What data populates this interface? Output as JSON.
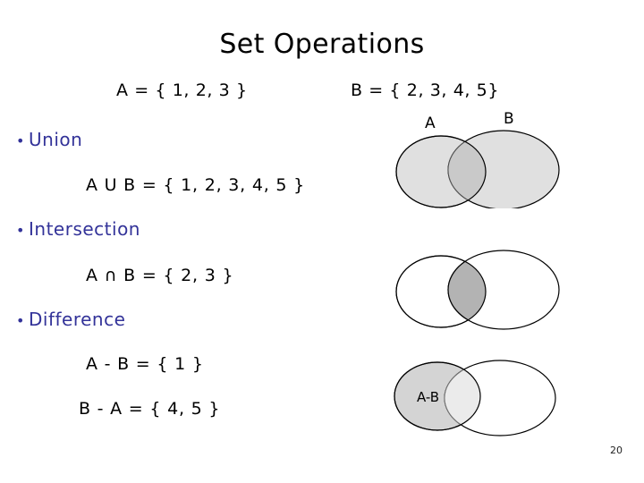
{
  "slide": {
    "title": "Set Operations",
    "page_number": "20",
    "background_color": "#ffffff",
    "bullet_color": "#333399",
    "text_color": "#000000"
  },
  "set_definitions": {
    "set_a": "A = { 1, 2, 3 }",
    "set_b": "B = { 2, 3, 4, 5}"
  },
  "operations": [
    {
      "name": "Union",
      "bullet": "•",
      "equation": "A U B = { 1, 2, 3, 4, 5 }"
    },
    {
      "name": "Intersection",
      "bullet": "•",
      "equation": "A ∩ B = { 2, 3 }"
    },
    {
      "name": "Difference",
      "bullet": "•",
      "equation_1": "A - B = { 1 }",
      "equation_2": "B - A = { 4, 5 }"
    }
  ],
  "diagrams": {
    "union": {
      "label_a": "A",
      "label_b": "B",
      "circle_a_fill": "#e0e0e0",
      "circle_b_fill": "#e0e0e0",
      "overlap_fill": "#c9c9c9",
      "stroke": "#000000"
    },
    "intersection": {
      "circle_a_fill": "#ffffff",
      "circle_b_fill": "#ffffff",
      "overlap_fill": "#b3b3b3",
      "stroke": "#000000"
    },
    "difference": {
      "label": "A-B",
      "circle_a_fill": "#d4d4d4",
      "circle_b_fill": "#ffffff",
      "overlap_fill": "#ebebeb",
      "stroke": "#000000"
    }
  }
}
